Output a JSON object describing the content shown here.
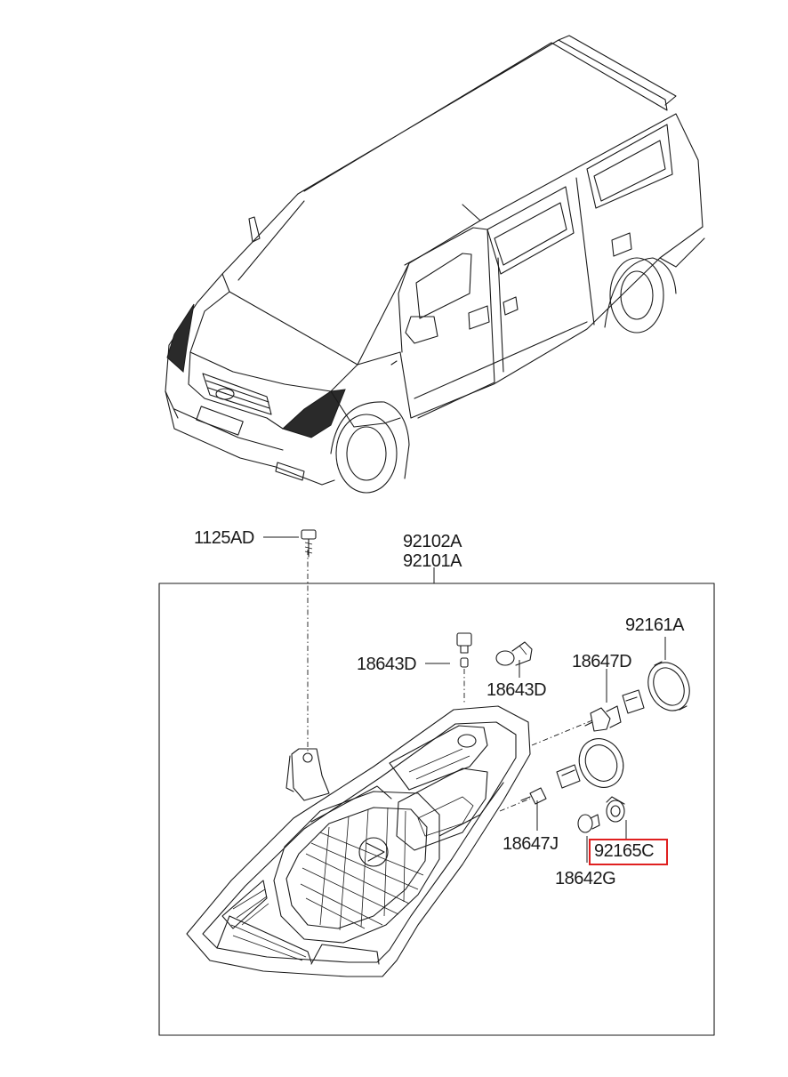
{
  "parts": {
    "p_1125AD": "1125AD",
    "p_92102A": "92102A",
    "p_92101A": "92101A",
    "p_92161A": "92161A",
    "p_18643D_a": "18643D",
    "p_18643D_b": "18643D",
    "p_18647D": "18647D",
    "p_18647J": "18647J",
    "p_92165C": "92165C",
    "p_18642G": "18642G"
  },
  "highlight": {
    "part": "92165C",
    "color": "#e02020"
  }
}
